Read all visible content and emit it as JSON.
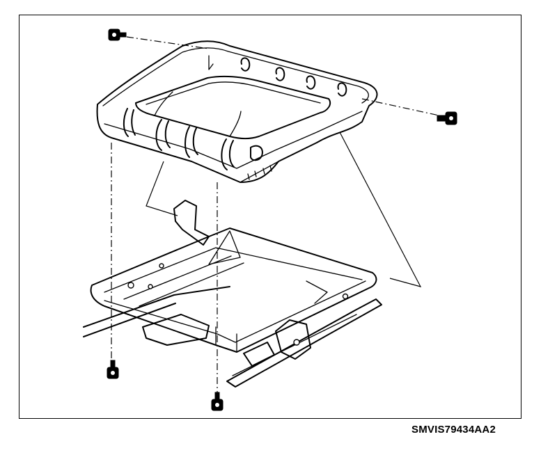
{
  "figure": {
    "code": "SMVIS79434AA2"
  },
  "parts": [
    {
      "name": "seat-cushion-frame",
      "icon": "seat-cushion"
    },
    {
      "name": "seat-adjuster-frame",
      "icon": "seat-adjuster"
    },
    {
      "name": "bolt",
      "icon": "bolt-icon",
      "count": 4
    }
  ]
}
